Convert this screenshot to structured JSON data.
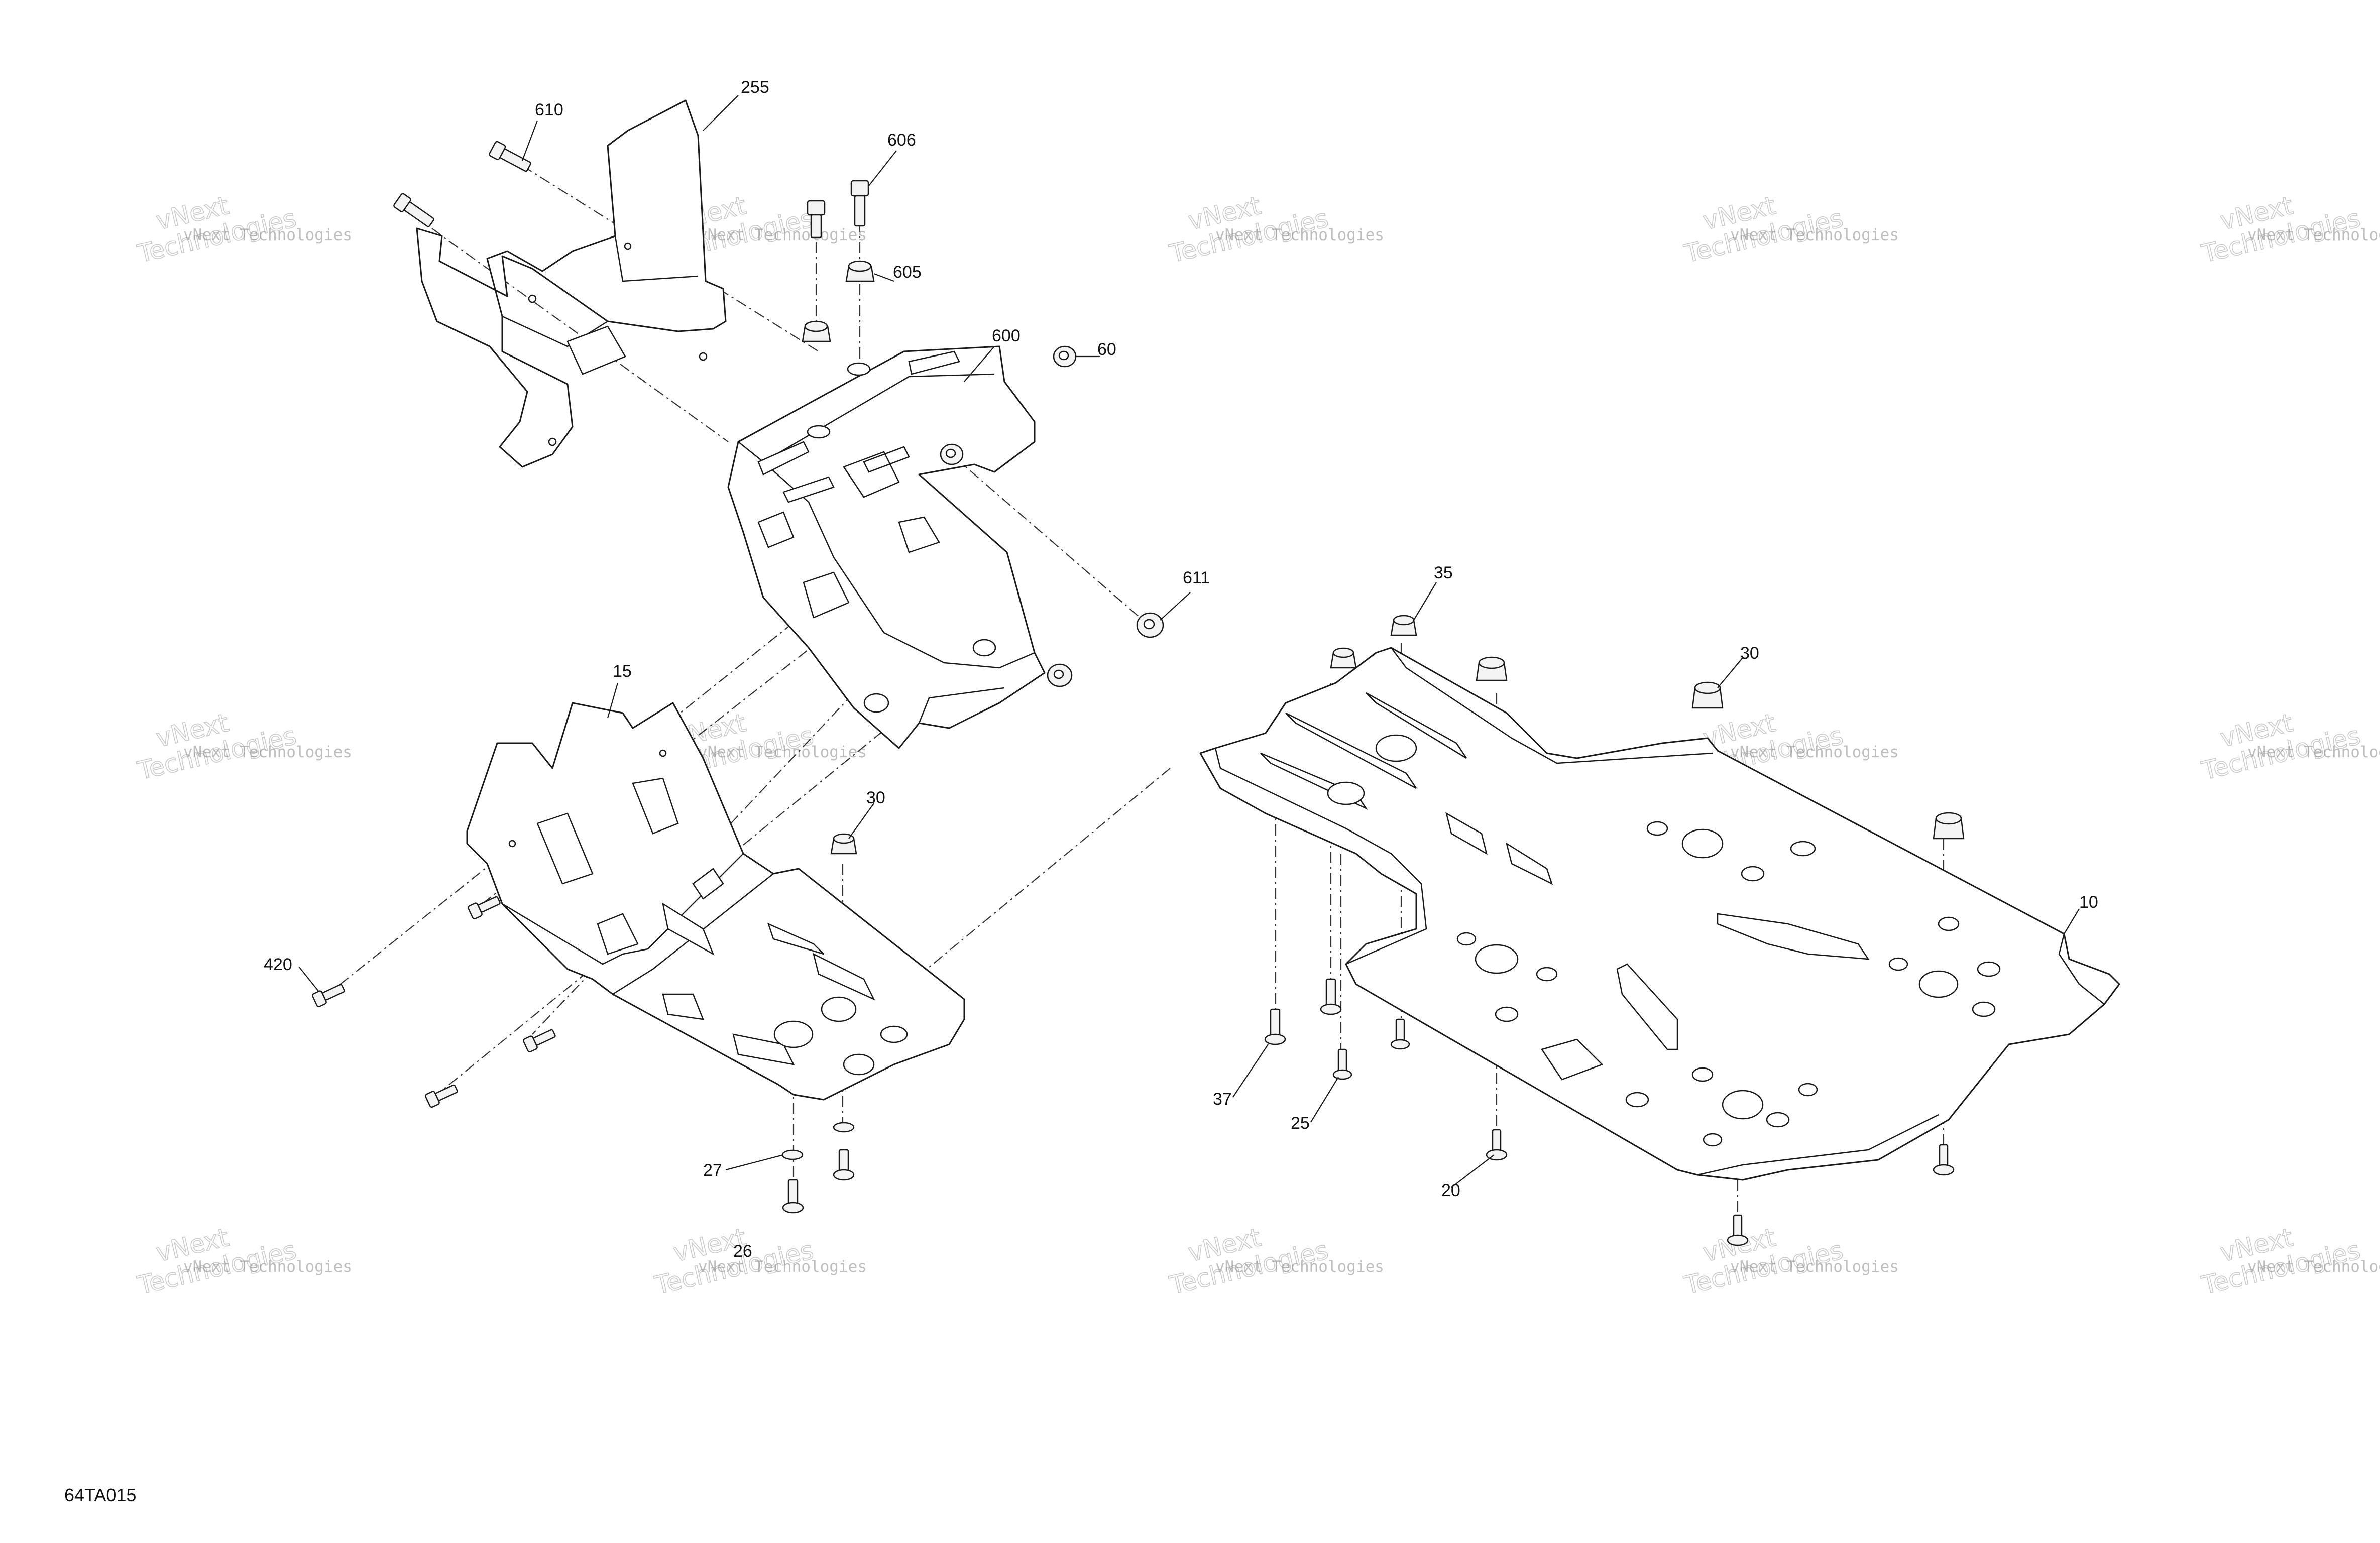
{
  "figure_id": "64TA015",
  "watermark": {
    "line1": "vNext Technologies",
    "line2a": "vNext",
    "line2b": "Technologies"
  },
  "callouts": {
    "c610": "610",
    "c255": "255",
    "c606": "606",
    "c605": "605",
    "c600": "600",
    "c60": "60",
    "c611": "611",
    "c35": "35",
    "c30a": "30",
    "c30b": "30",
    "c15": "15",
    "c10": "10",
    "c420": "420",
    "c37": "37",
    "c25": "25",
    "c27": "27",
    "c26": "26",
    "c20": "20"
  }
}
